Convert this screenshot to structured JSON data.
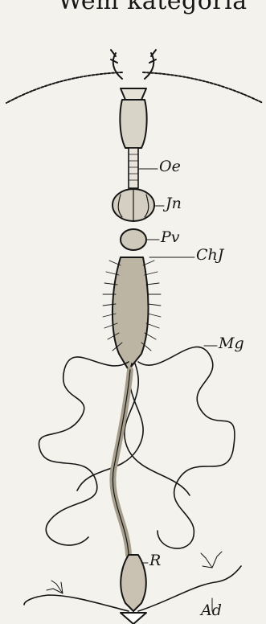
{
  "header": {
    "text": "Wem kategoria"
  },
  "figure": {
    "labels": {
      "oe": "Oe",
      "jn": "Jn",
      "pv": "Pv",
      "chd": "ChJ",
      "mg": "Mg",
      "r": "R",
      "ad": "Ad"
    }
  },
  "colors": {
    "ink": "#161616",
    "paper": "#f4f2ec"
  }
}
